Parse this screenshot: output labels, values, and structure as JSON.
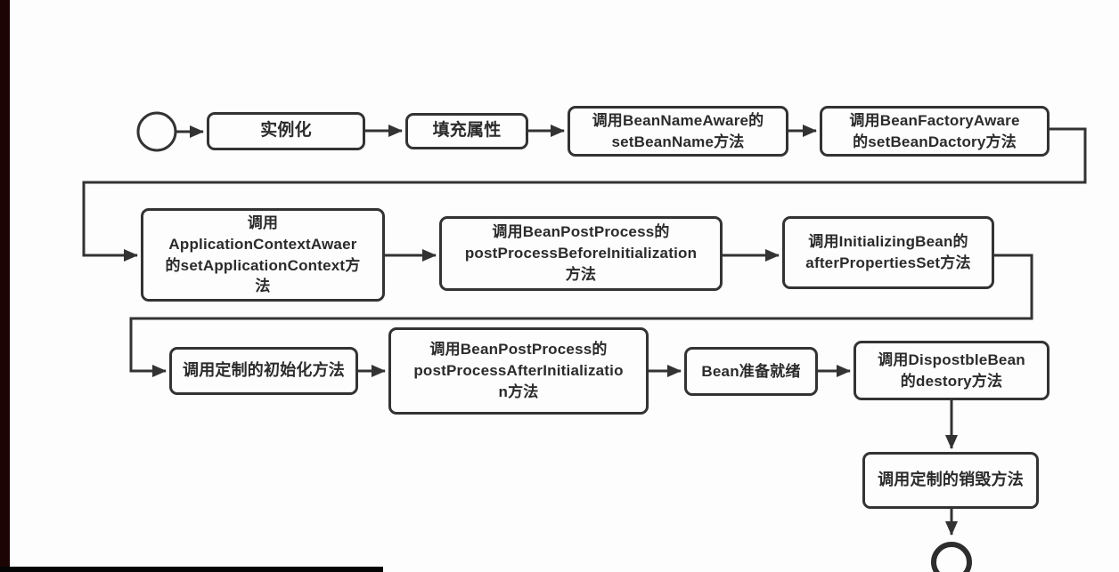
{
  "diagram": {
    "type": "flowchart",
    "line_color": "#333333",
    "node_border_color": "#333333",
    "node_fill_color": "#fdfdfd",
    "text_color": "#2b2b2b",
    "left_bar_color": "#1d0404",
    "bottom_bar_color": "#050505",
    "nodes": {
      "start": {
        "kind": "start-circle"
      },
      "instantiate": {
        "label": "实例化"
      },
      "populate": {
        "label": "填充属性"
      },
      "bean_name_aware": {
        "label": "调用BeanNameAware的\nsetBeanName方法"
      },
      "bean_factory_aware": {
        "label": "调用BeanFactoryAware\n的setBeanDactory方法"
      },
      "application_context_aware": {
        "label": "调用\nApplicationContextAwaer\n的setApplicationContext方\n法"
      },
      "post_process_before": {
        "label": "调用BeanPostProcess的\npostProcessBeforeInitialization\n方法"
      },
      "initializing_bean": {
        "label": "调用InitializingBean的\nafterPropertiesSet方法"
      },
      "custom_init": {
        "label": "调用定制的初始化方法"
      },
      "post_process_after": {
        "label": "调用BeanPostProcess的\npostProcessAfterInitializatio\nn方法"
      },
      "bean_ready": {
        "label": "Bean准备就绪"
      },
      "disposable_bean": {
        "label": "调用DispostbleBean\n的destory方法"
      },
      "custom_destroy": {
        "label": "调用定制的销毁方法"
      },
      "end": {
        "kind": "end-circle"
      }
    },
    "flow_order": [
      "start",
      "instantiate",
      "populate",
      "bean_name_aware",
      "bean_factory_aware",
      "application_context_aware",
      "post_process_before",
      "initializing_bean",
      "custom_init",
      "post_process_after",
      "bean_ready",
      "disposable_bean",
      "custom_destroy",
      "end"
    ]
  }
}
